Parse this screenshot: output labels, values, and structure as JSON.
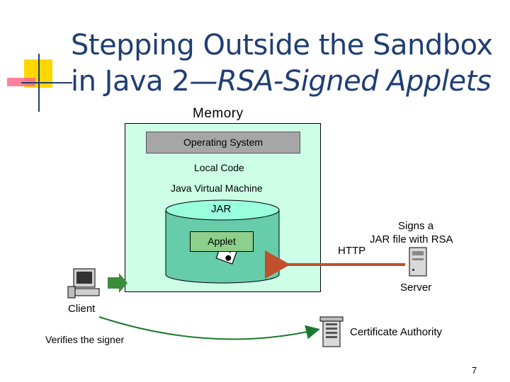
{
  "title": {
    "line1": "Stepping Outside the Sandbox",
    "line2_prefix": "in Java 2",
    "line2_italic": "—RSA-Signed Applets"
  },
  "memory": {
    "label": "Memory",
    "os": "Operating System",
    "local_code": "Local Code",
    "jvm": "Java Virtual Machine",
    "jar": "JAR",
    "applet": "Applet"
  },
  "labels": {
    "http": "HTTP",
    "signs_line1": "Signs a",
    "signs_line2": "JAR file with RSA",
    "server": "Server",
    "client": "Client",
    "verifies": "Verifies the signer",
    "ca": "Certificate Authority"
  },
  "page_number": "7",
  "colors": {
    "title": "#1f3e73",
    "memory_fill": "#ccffe6",
    "jar_fill": "#66ccaa",
    "jar_top": "#99ffdd",
    "applet_fill": "#8cd08c",
    "http_arrow": "#c0502e",
    "verify_arrow": "#1b7a2e"
  }
}
